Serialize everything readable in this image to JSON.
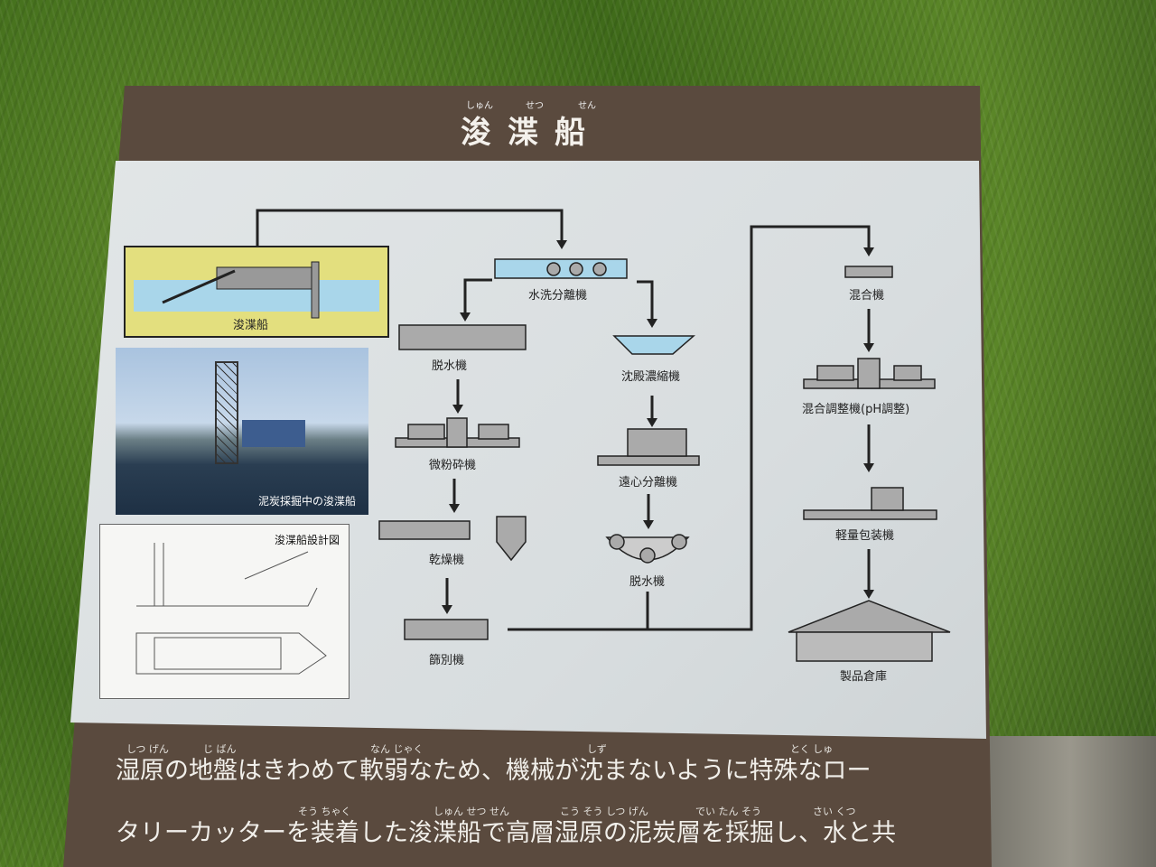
{
  "sign": {
    "title": "浚渫船",
    "title_ruby": [
      "しゅん",
      "せつ",
      "せん"
    ],
    "dredger_label": "浚渫船",
    "photo_caption": "泥炭採掘中の浚渫船",
    "blueprint_caption": "浚渫船設計図",
    "machines": {
      "washer": "水洗分離機",
      "dehydrator1": "脱水機",
      "pulverizer": "微粉砕機",
      "dryer": "乾燥機",
      "sieve": "篩別機",
      "thickener": "沈殿濃縮機",
      "centrifuge": "遠心分離機",
      "dehydrator2": "脱水機",
      "mixer": "混合機",
      "ph_adjuster": "混合調整機(pH調整)",
      "packer": "軽量包装機",
      "warehouse": "製品倉庫"
    },
    "body_lines": [
      "湿原の地盤はきわめて軟弱なため、機械が沈まないように特殊なロー",
      "タリーカッターを装着した浚渫船で高層湿原の泥炭層を採掘し、水と共"
    ],
    "body_ruby": [
      "しつ げん",
      "じ ばん",
      "なん じゃく",
      "しず",
      "とく しゅ",
      "そう ちゃく",
      "しゅん せつ せん",
      "こう そう しつ げん",
      "でい たん そう",
      "さい くつ"
    ]
  },
  "colors": {
    "board": "#5a4a3e",
    "panel": "#dde1e3",
    "dredger_box": "#e3df7e",
    "water": "#a9d6ea"
  }
}
